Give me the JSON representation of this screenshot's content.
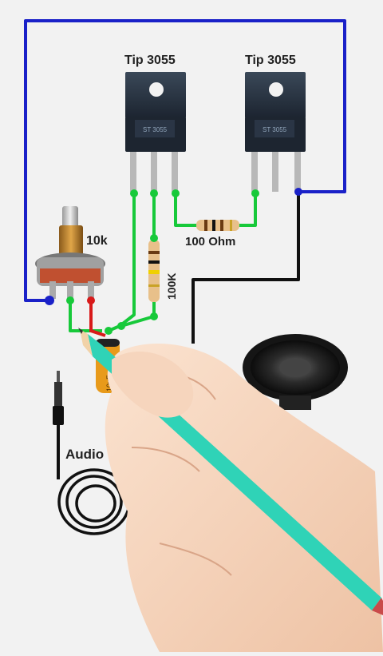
{
  "components": {
    "transistor_left": {
      "label": "Tip 3055"
    },
    "transistor_right": {
      "label": "Tip 3055"
    },
    "potentiometer": {
      "label": "10k"
    },
    "resistor_horizontal": {
      "label": "100 Ohm"
    },
    "resistor_vertical": {
      "label": "100K"
    },
    "audio_input": {
      "label": "Audio in"
    },
    "capacitor": {
      "label": "10uF"
    }
  },
  "colors": {
    "blue_wire": "#1a21c8",
    "green_wire": "#17c93a",
    "black_wire": "#111111",
    "red_wire": "#d81a1a",
    "pencil": "#2fd3b7",
    "transistor_body": "#1d2530"
  }
}
